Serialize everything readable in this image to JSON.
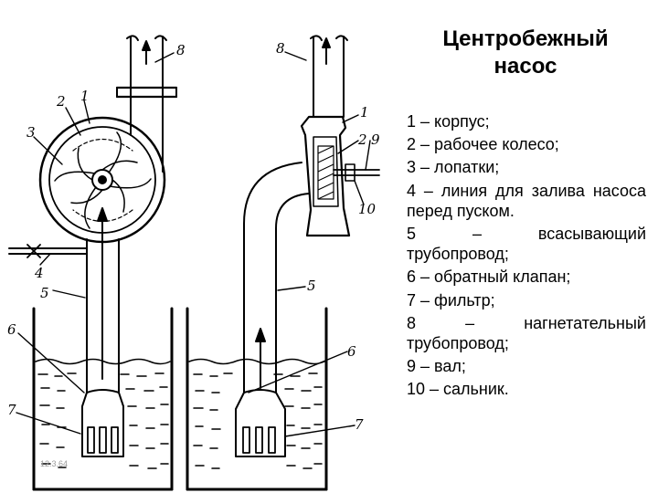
{
  "title": "Центробежный\nнасос",
  "legend": [
    "1 – корпус;",
    "2 – рабочее колесо;",
    "3 – лопатки;",
    "4 – линия для залива насоса перед пуском.",
    "5 – всасывающий трубопровод;",
    "6 – обратный клапан;",
    "7 – фильтр;",
    "8 – нагнетательный трубопровод;",
    "9 – вал;",
    "10 – сальник."
  ],
  "slide_number": "12.3.64",
  "callouts": {
    "left": {
      "n1": "1",
      "n2": "2",
      "n3": "3",
      "n4": "4",
      "n5": "5",
      "n6": "6",
      "n7": "7",
      "n8": "8"
    },
    "right": {
      "n1": "1",
      "n2": "2",
      "n5": "5",
      "n6": "6",
      "n7": "7",
      "n8": "8",
      "n9": "9",
      "n10": "10"
    }
  }
}
